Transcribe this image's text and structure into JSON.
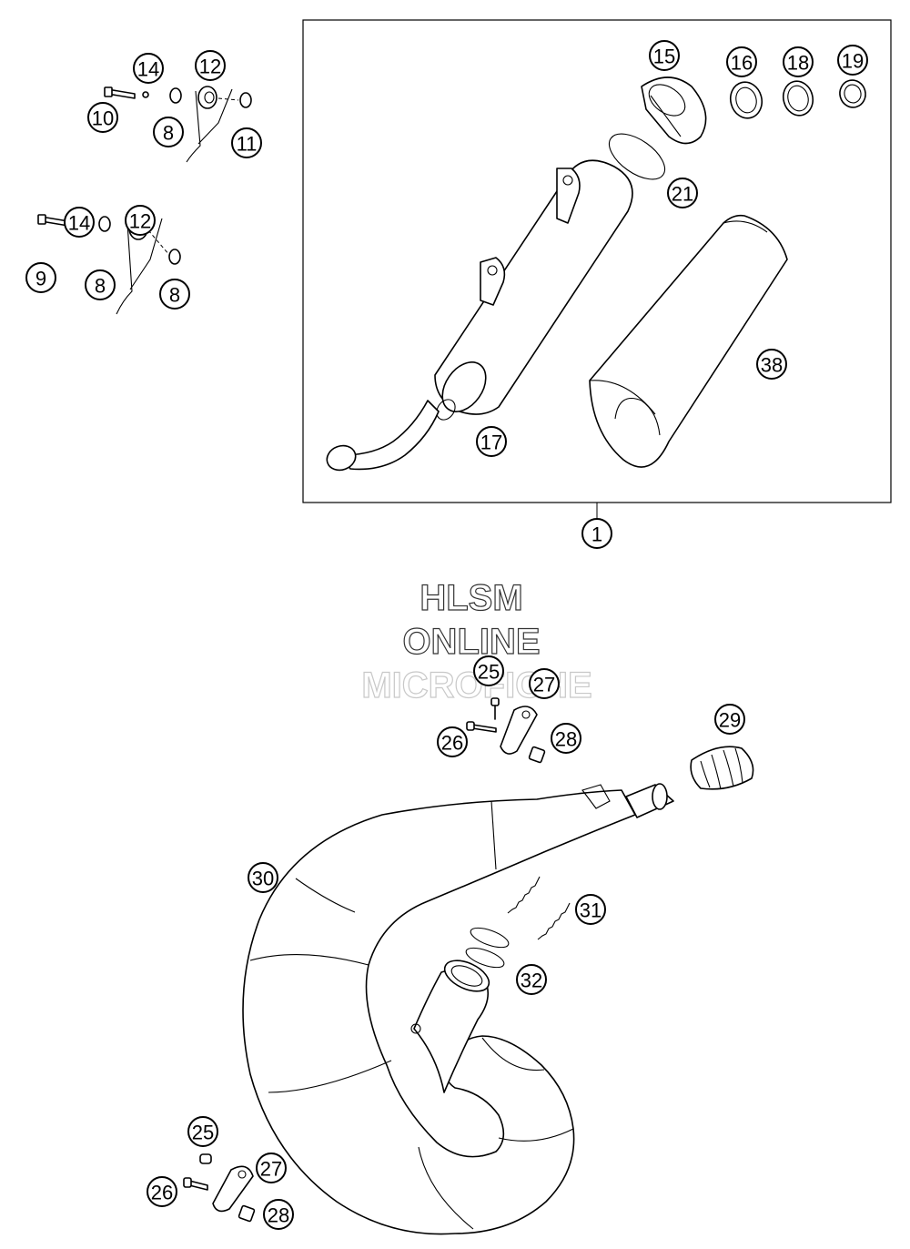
{
  "callouts": [
    {
      "id": "c14a",
      "label": "14"
    },
    {
      "id": "c12a",
      "label": "12"
    },
    {
      "id": "c10",
      "label": "10"
    },
    {
      "id": "c8a",
      "label": "8"
    },
    {
      "id": "c11",
      "label": "11"
    },
    {
      "id": "c14b",
      "label": "14"
    },
    {
      "id": "c12b",
      "label": "12"
    },
    {
      "id": "c9",
      "label": "9"
    },
    {
      "id": "c8b",
      "label": "8"
    },
    {
      "id": "c8c",
      "label": "8"
    },
    {
      "id": "c15",
      "label": "15"
    },
    {
      "id": "c16",
      "label": "16"
    },
    {
      "id": "c18",
      "label": "18"
    },
    {
      "id": "c19",
      "label": "19"
    },
    {
      "id": "c21",
      "label": "21"
    },
    {
      "id": "c38",
      "label": "38"
    },
    {
      "id": "c17",
      "label": "17"
    },
    {
      "id": "c1",
      "label": "1"
    },
    {
      "id": "c25a",
      "label": "25"
    },
    {
      "id": "c27a",
      "label": "27"
    },
    {
      "id": "c26a",
      "label": "26"
    },
    {
      "id": "c28a",
      "label": "28"
    },
    {
      "id": "c29",
      "label": "29"
    },
    {
      "id": "c30",
      "label": "30"
    },
    {
      "id": "c31",
      "label": "31"
    },
    {
      "id": "c32",
      "label": "32"
    },
    {
      "id": "c25b",
      "label": "25"
    },
    {
      "id": "c27b",
      "label": "27"
    },
    {
      "id": "c26b",
      "label": "26"
    },
    {
      "id": "c28b",
      "label": "28"
    }
  ],
  "watermark": {
    "line1": "HLSM",
    "line2": "ONLINE",
    "line3": "MICROFICHE"
  }
}
